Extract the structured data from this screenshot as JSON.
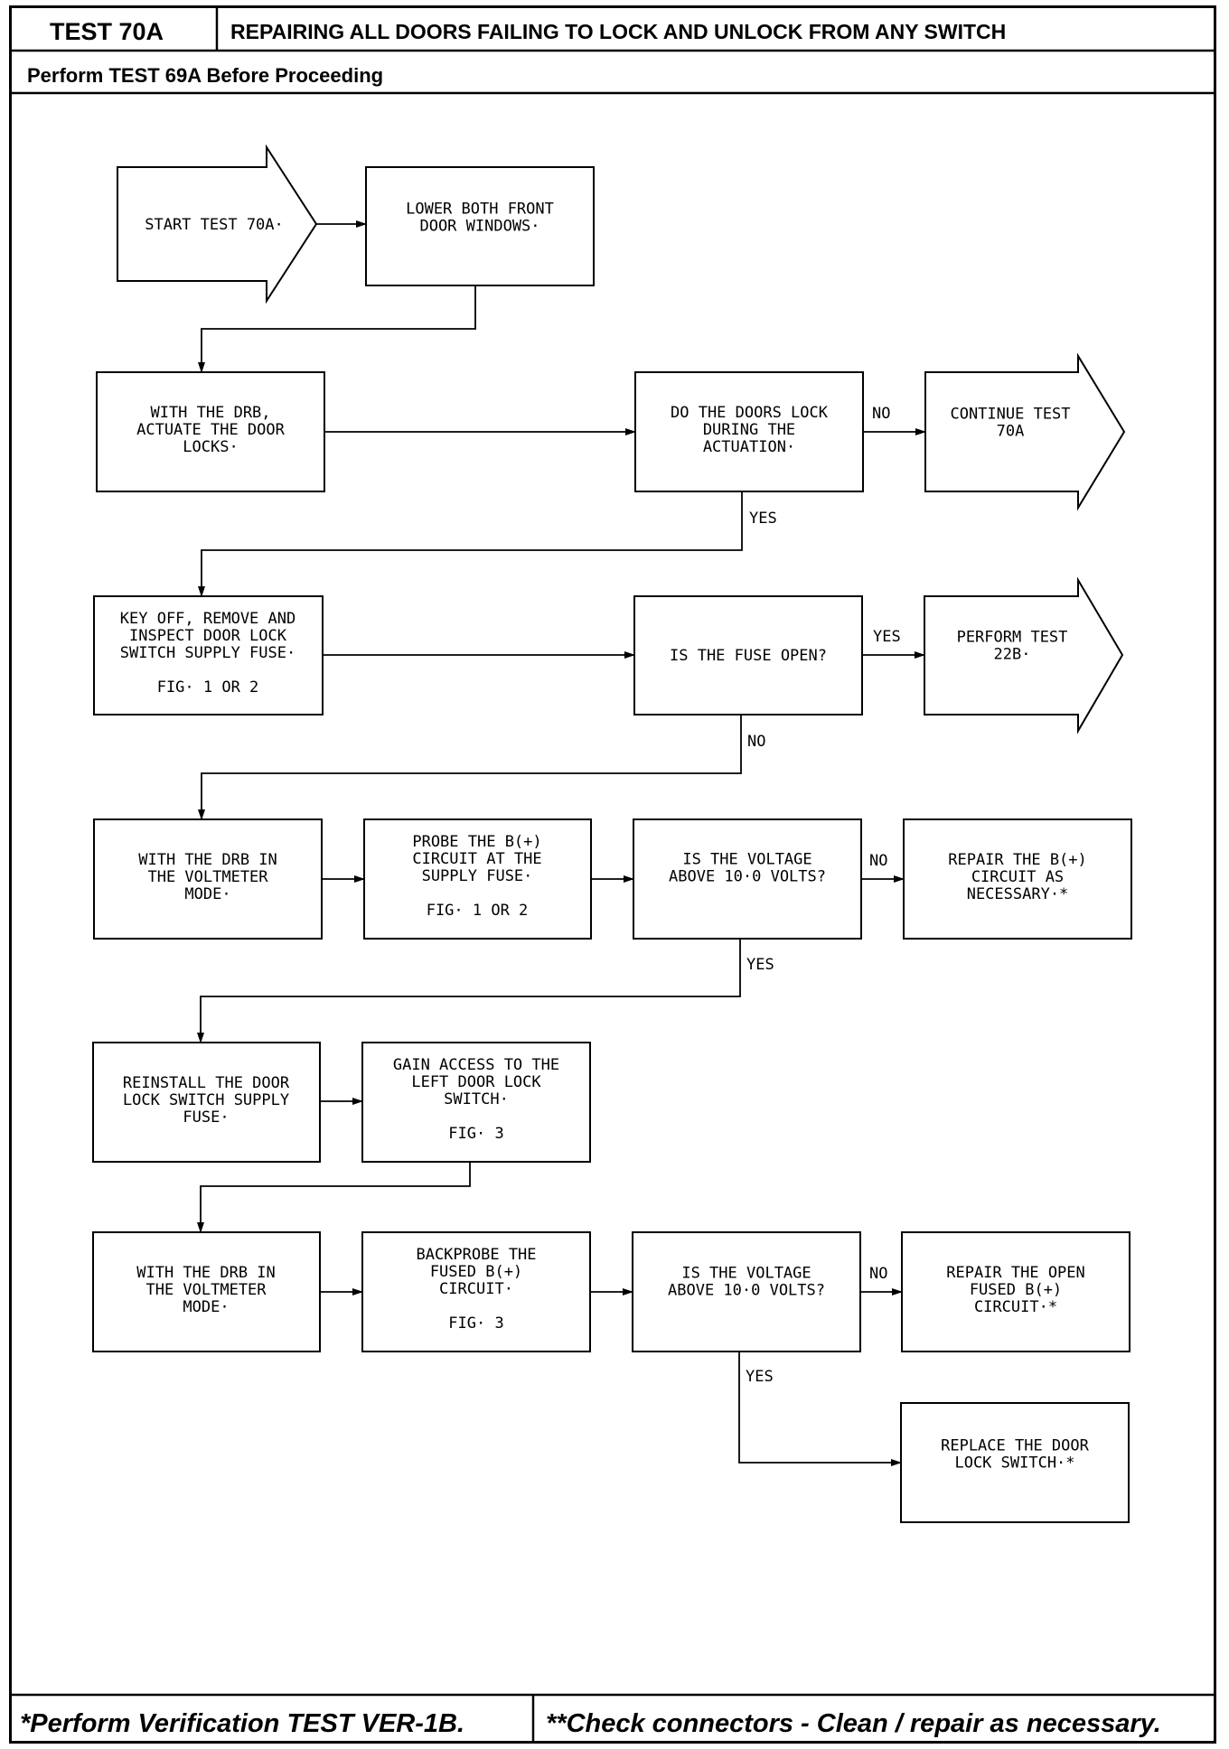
{
  "header": {
    "test_id": "TEST 70A",
    "title": "REPAIRING ALL DOORS FAILING TO LOCK AND UNLOCK FROM ANY SWITCH",
    "prerequisite": "Perform TEST 69A Before Proceeding"
  },
  "nodes": {
    "start": [
      "START TEST 70A·"
    ],
    "lower_windows": [
      "LOWER BOTH FRONT",
      "DOOR WINDOWS·"
    ],
    "actuate_locks": [
      "WITH THE DRB,",
      "ACTUATE THE DOOR",
      "LOCKS·"
    ],
    "doors_lock_q": [
      "DO THE DOORS LOCK",
      "DURING THE",
      "ACTUATION·"
    ],
    "continue_70a": [
      "CONTINUE TEST",
      "70A"
    ],
    "inspect_fuse": [
      "KEY OFF, REMOVE AND",
      "INSPECT DOOR LOCK",
      "SWITCH SUPPLY FUSE·",
      "",
      "FIG· 1 OR 2"
    ],
    "fuse_open_q": [
      "IS THE FUSE OPEN?"
    ],
    "perform_22b": [
      "PERFORM TEST",
      "22B·"
    ],
    "drb_voltmeter_1": [
      "WITH THE DRB IN",
      "THE VOLTMETER",
      "MODE·"
    ],
    "probe_b_plus": [
      "PROBE THE B(+)",
      "CIRCUIT AT THE",
      "SUPPLY FUSE·",
      "",
      "FIG· 1 OR 2"
    ],
    "voltage_q_1": [
      "IS THE VOLTAGE",
      "ABOVE 10·0 VOLTS?"
    ],
    "repair_b_plus": [
      "REPAIR THE B(+)",
      "CIRCUIT AS",
      "NECESSARY·*"
    ],
    "reinstall_fuse": [
      "REINSTALL THE DOOR",
      "LOCK SWITCH SUPPLY",
      "FUSE·"
    ],
    "gain_access": [
      "GAIN ACCESS TO THE",
      "LEFT DOOR LOCK",
      "SWITCH·",
      "",
      "FIG· 3"
    ],
    "drb_voltmeter_2": [
      "WITH THE DRB IN",
      "THE VOLTMETER",
      "MODE·"
    ],
    "backprobe": [
      "BACKPROBE THE",
      "FUSED B(+)",
      "CIRCUIT·",
      "",
      "FIG· 3"
    ],
    "voltage_q_2": [
      "IS THE VOLTAGE",
      "ABOVE 10·0 VOLTS?"
    ],
    "repair_open_fused": [
      "REPAIR THE OPEN",
      "FUSED B(+)",
      "CIRCUIT·*"
    ],
    "replace_switch": [
      "REPLACE THE DOOR",
      "LOCK SWITCH·*"
    ]
  },
  "edge_labels": {
    "doors_lock_no": "NO",
    "doors_lock_yes": "YES",
    "fuse_open_yes": "YES",
    "fuse_open_no": "NO",
    "voltage1_no": "NO",
    "voltage1_yes": "YES",
    "voltage2_no": "NO",
    "voltage2_yes": "YES"
  },
  "footer": {
    "left": "*Perform Verification TEST VER-1B.",
    "right": "**Check connectors - Clean / repair as necessary."
  }
}
